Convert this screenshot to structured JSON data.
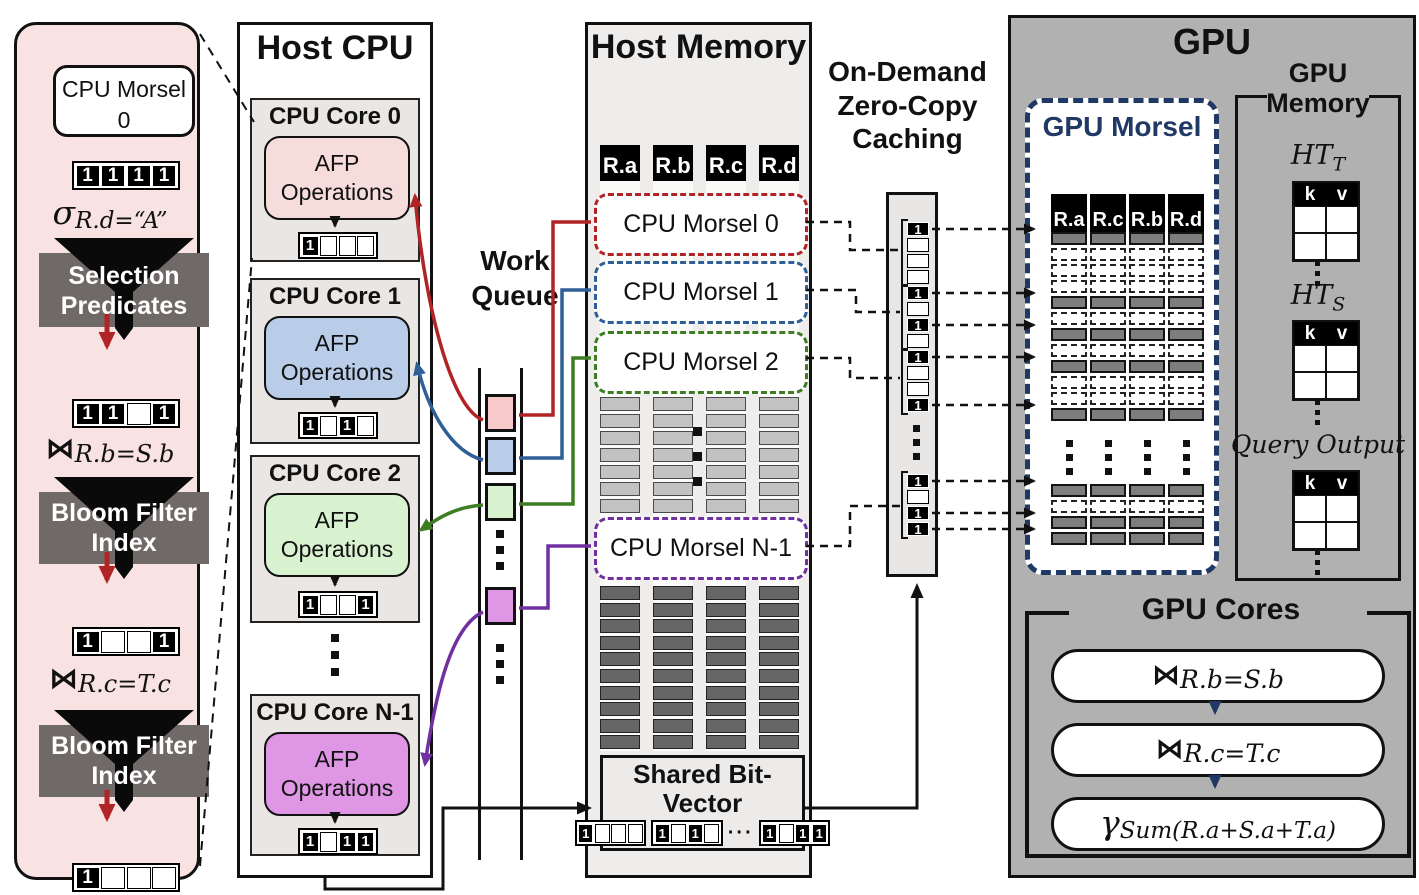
{
  "colors": {
    "red": "#b02425",
    "blue": "#2e5f97",
    "green": "#3e7d23",
    "purple": "#7030a0",
    "navy": "#1f3864",
    "pink": "#f6dcdb",
    "light_blue": "#b9cde9",
    "light_green": "#d9f2d0",
    "orchid": "#df97e5"
  },
  "left_panel": {
    "title": "CPU Morsel 0",
    "bv1": [
      1,
      1,
      1,
      1
    ],
    "bv2": [
      1,
      1,
      0,
      1
    ],
    "bv3": [
      1,
      0,
      0,
      1
    ],
    "bv4": [
      1,
      0,
      0,
      0
    ],
    "sigma": "σ",
    "sigma_sub": "R.d=“A”",
    "selection": "Selection Predicates",
    "join1": "⋈",
    "join1_sub": "R.b=S.b",
    "bloom1": "Bloom Filter Index",
    "join2": "⋈",
    "join2_sub": "R.c=T.c",
    "bloom2": "Bloom Filter Index"
  },
  "host_cpu": {
    "title": "Host CPU",
    "afp_label": "AFP Operations",
    "cores": [
      {
        "name": "CPU Core 0",
        "bits": [
          1,
          0,
          0,
          0
        ]
      },
      {
        "name": "CPU Core 1",
        "bits": [
          1,
          0,
          1,
          0
        ]
      },
      {
        "name": "CPU Core 2",
        "bits": [
          1,
          0,
          0,
          1
        ]
      },
      {
        "name": "CPU Core N-1",
        "bits": [
          1,
          0,
          1,
          1
        ]
      }
    ]
  },
  "work_queue": {
    "label": "Work Queue"
  },
  "host_memory": {
    "title": "Host Memory",
    "columns": [
      "R.a",
      "R.b",
      "R.c",
      "R.d"
    ],
    "morsels": [
      "CPU Morsel 0",
      "CPU Morsel 1",
      "CPU Morsel 2",
      "CPU Morsel N-1"
    ],
    "shared_bv": {
      "title": "Shared Bit-Vector",
      "groups": [
        [
          1,
          0,
          0,
          0
        ],
        [
          1,
          0,
          1,
          0
        ],
        [
          1,
          0,
          1,
          1
        ]
      ],
      "dots": "···"
    }
  },
  "caching": {
    "title": "On-Demand Zero-Copy Caching",
    "bits_groups": [
      [
        1,
        0,
        0,
        0
      ],
      [
        1,
        0,
        1,
        0
      ],
      [
        1,
        0,
        0,
        1
      ],
      [
        1,
        0,
        1,
        1
      ]
    ]
  },
  "gpu": {
    "title": "GPU",
    "morsel": {
      "title": "GPU Morsel",
      "columns": [
        "R.a",
        "R.c",
        "R.b",
        "R.d"
      ],
      "row_groups": [
        [
          1,
          0,
          0,
          0
        ],
        [
          1,
          0,
          1,
          0
        ],
        [
          1,
          0,
          0,
          1
        ],
        [
          1,
          0,
          1,
          1
        ]
      ]
    },
    "memory": {
      "title": "GPU Memory",
      "kv": [
        "k",
        "v"
      ],
      "sections": [
        {
          "label": "HT",
          "sub": "T"
        },
        {
          "label": "HT",
          "sub": "S"
        },
        {
          "label": "Query Output",
          "sub": ""
        }
      ]
    },
    "cores": {
      "title": "GPU Cores",
      "ops": [
        {
          "sym": "⋈",
          "sub": "R.b=S.b"
        },
        {
          "sym": "⋈",
          "sub": "R.c=T.c"
        },
        {
          "sym": "γ",
          "sub": "Sum(R.a+S.a+T.a)"
        }
      ]
    }
  }
}
